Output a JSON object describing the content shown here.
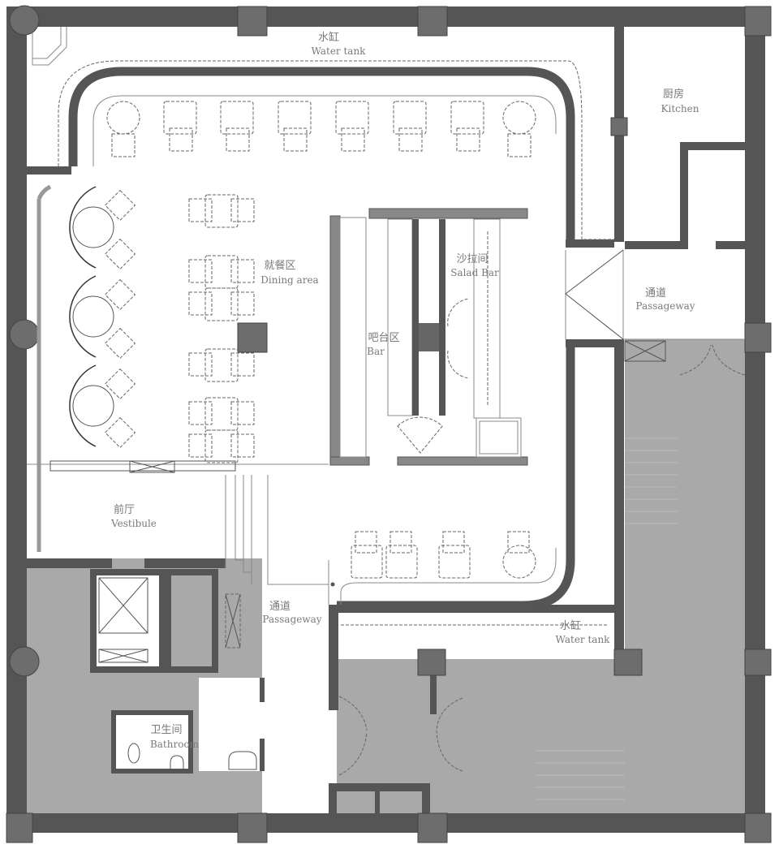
{
  "plan": {
    "colors": {
      "wall": "#555555",
      "service_area": "#a9a9a9",
      "open_area": "#ffffff",
      "label": "#7a7a7a"
    },
    "labels": {
      "water_tank_top": {
        "zh": "水缸",
        "en": "Water tank"
      },
      "kitchen": {
        "zh": "厨房",
        "en": "Kitchen"
      },
      "dining_area": {
        "zh": "就餐区",
        "en": "Dining area"
      },
      "salad_bar": {
        "zh": "沙拉间",
        "en": "Salad Bar"
      },
      "bar": {
        "zh": "吧台区",
        "en": "Bar"
      },
      "passageway_right": {
        "zh": "通道",
        "en": "Passageway"
      },
      "vestibule": {
        "zh": "前厅",
        "en": "Vestibule"
      },
      "passageway_center": {
        "zh": "通道",
        "en": "Passageway"
      },
      "water_tank_bottom": {
        "zh": "水缸",
        "en": "Water tank"
      },
      "bathroom": {
        "zh": "卫生间",
        "en": "Bathroom"
      }
    }
  }
}
